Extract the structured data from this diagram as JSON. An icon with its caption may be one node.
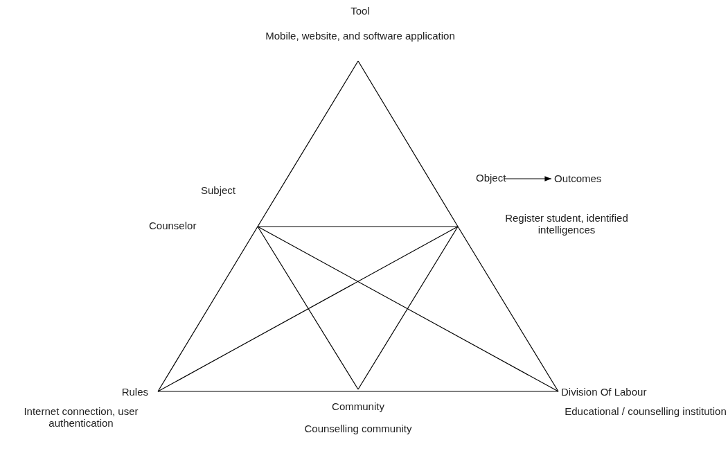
{
  "diagram": {
    "nodes": [
      {
        "text": [
          "Tool",
          "Mobile, website, and software application"
        ]
      },
      {
        "text": [
          "Subject",
          "Counselor"
        ]
      },
      {
        "text": [
          "Object"
        ],
        "beside": [
          "Register student, identified intelligences"
        ]
      },
      {
        "text": [
          "Outcomes"
        ]
      },
      {
        "text": [
          "Rules",
          "Internet connection, user authentication"
        ]
      },
      {
        "text": [
          "Community",
          "Counselling community"
        ]
      },
      {
        "text": [
          "Division  Of Labour",
          "Educational / counselling institution"
        ]
      }
    ],
    "edges": [
      {
        "from": 0,
        "to": 1,
        "arrow": "none"
      },
      {
        "from": 0,
        "to": 2,
        "arrow": "none"
      },
      {
        "from": 1,
        "to": 2,
        "arrow": "none"
      },
      {
        "from": 1,
        "to": 4,
        "arrow": "none"
      },
      {
        "from": 2,
        "to": 6,
        "arrow": "none"
      },
      {
        "from": 4,
        "to": 6,
        "arrow": "none"
      },
      {
        "from": 1,
        "to": 5,
        "arrow": "none"
      },
      {
        "from": 1,
        "to": 6,
        "arrow": "none"
      },
      {
        "from": 2,
        "to": 4,
        "arrow": "none"
      },
      {
        "from": 2,
        "to": 5,
        "arrow": "none"
      },
      {
        "from": 2,
        "to": 3,
        "arrow": "to"
      }
    ]
  }
}
